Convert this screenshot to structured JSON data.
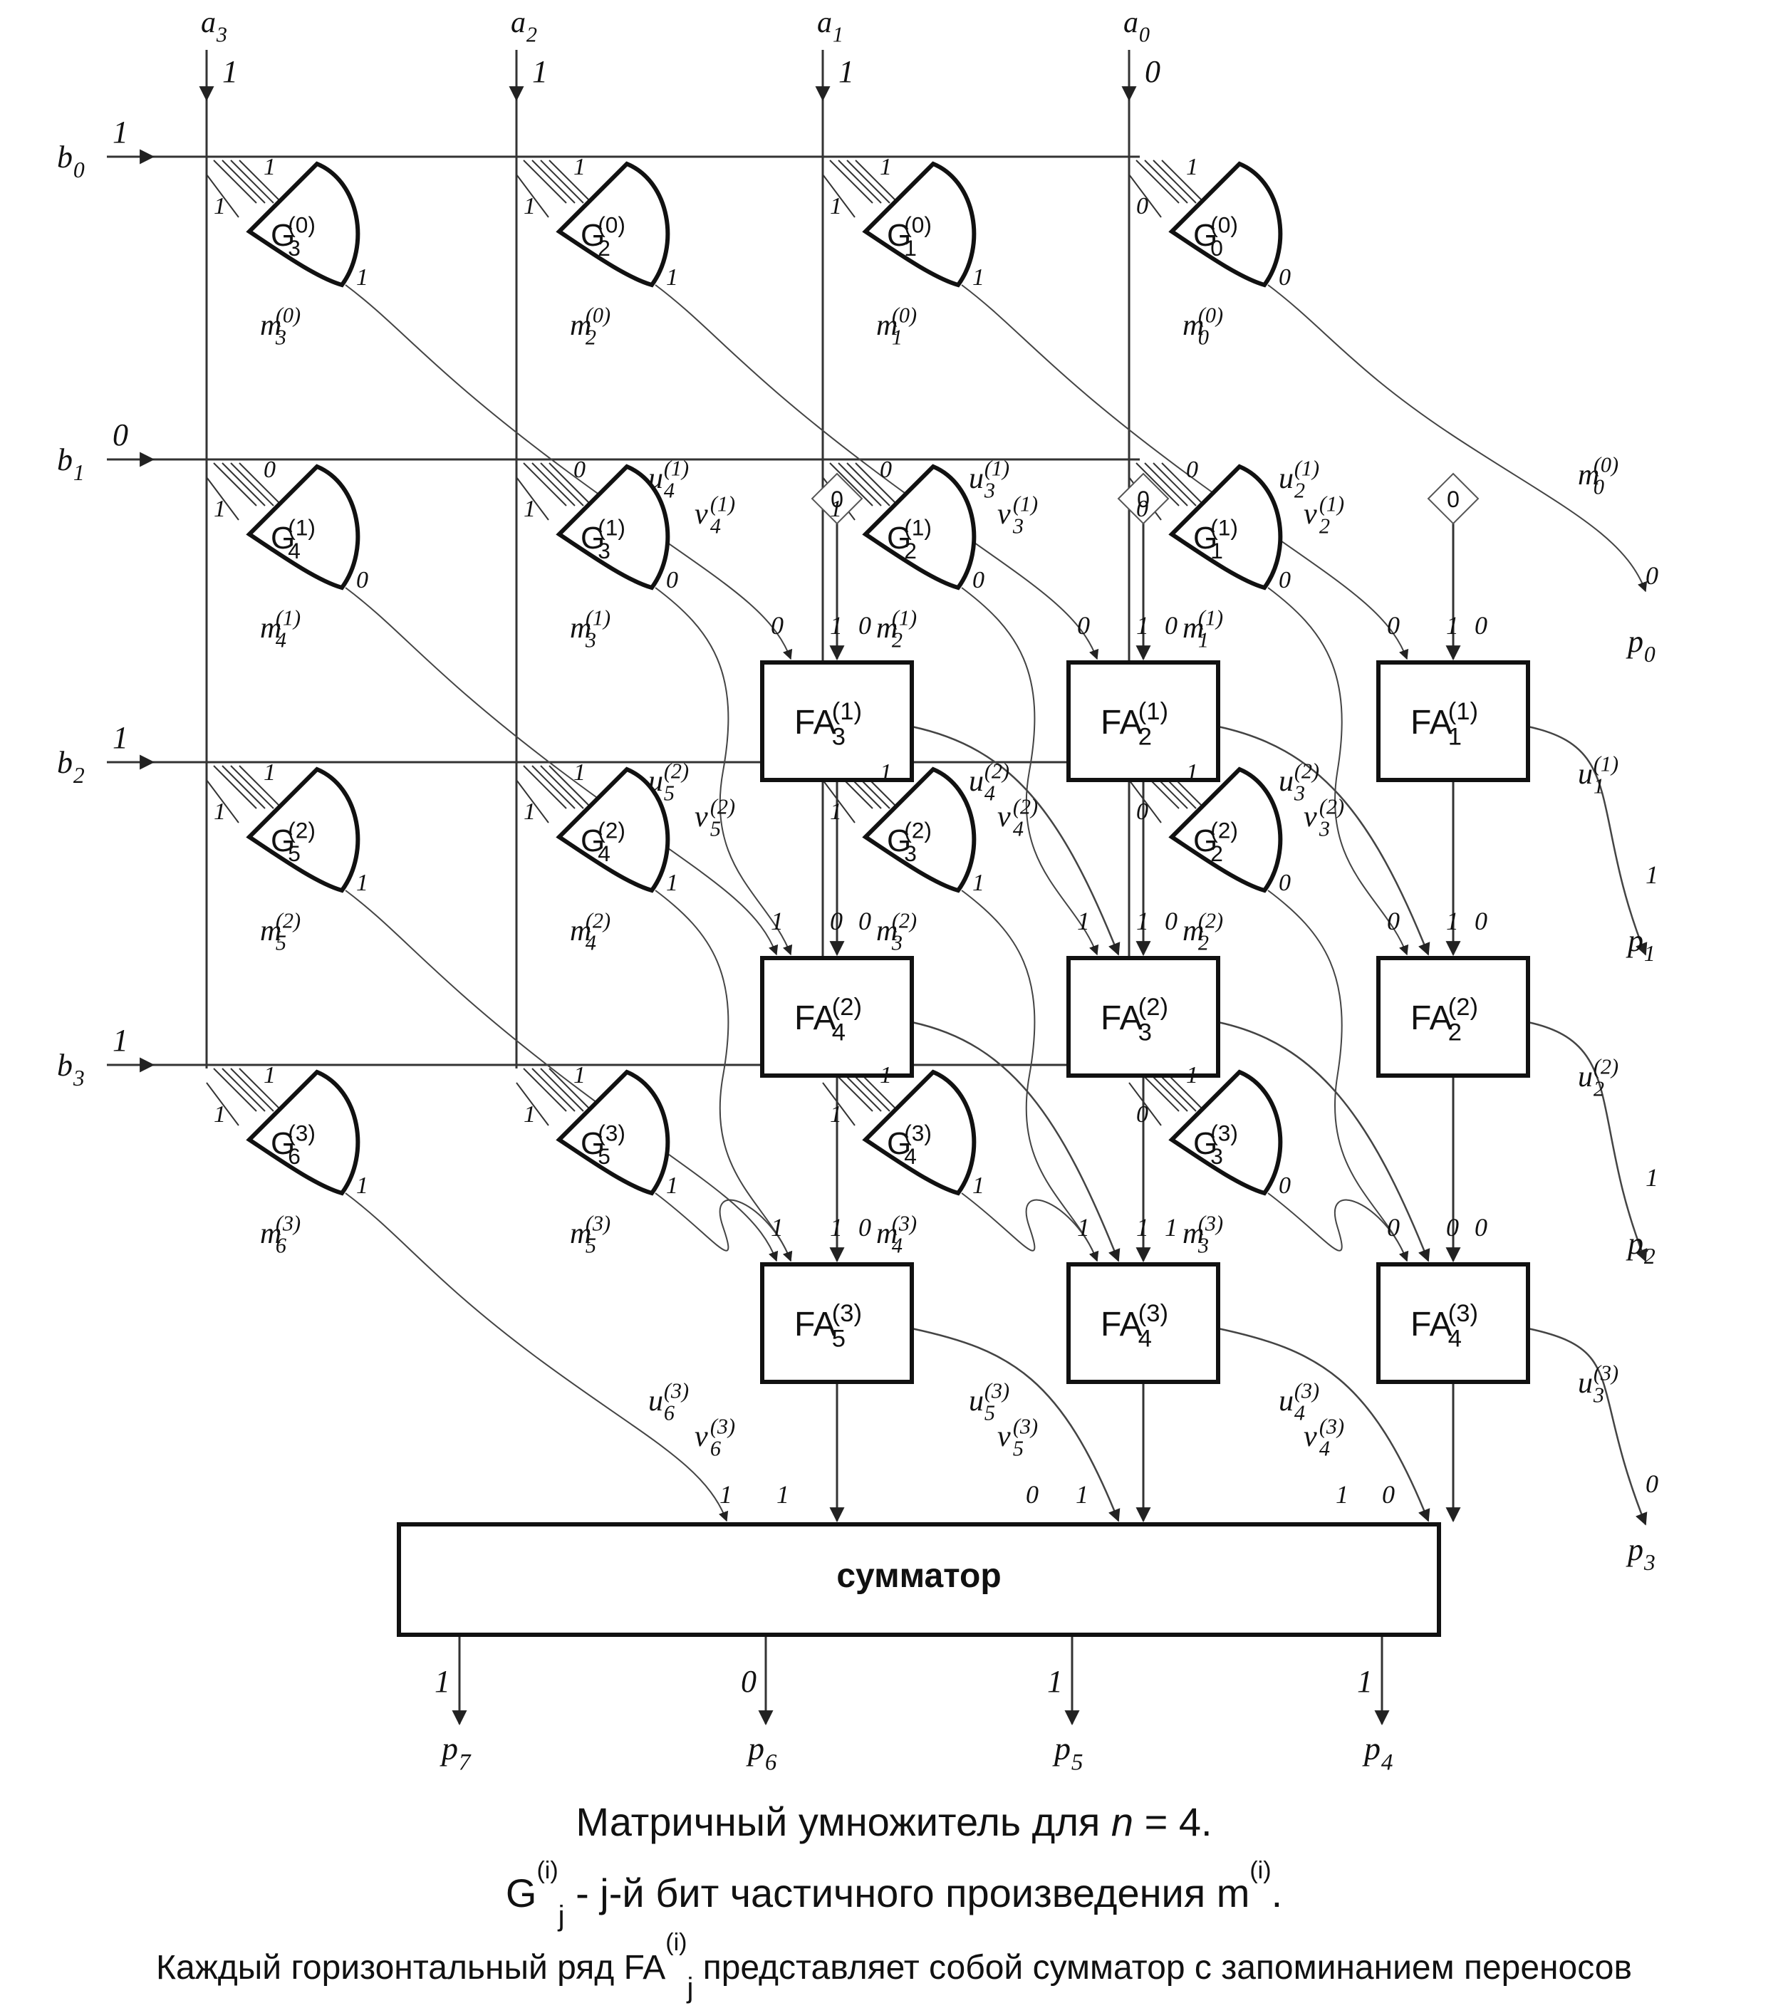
{
  "inputs": {
    "a": [
      {
        "name": "a",
        "sub": "3",
        "value": "1"
      },
      {
        "name": "a",
        "sub": "2",
        "value": "1"
      },
      {
        "name": "a",
        "sub": "1",
        "value": "1"
      },
      {
        "name": "a",
        "sub": "0",
        "value": "0"
      }
    ],
    "b": [
      {
        "name": "b",
        "sub": "0",
        "value": "1"
      },
      {
        "name": "b",
        "sub": "1",
        "value": "0"
      },
      {
        "name": "b",
        "sub": "2",
        "value": "1"
      },
      {
        "name": "b",
        "sub": "3",
        "value": "1"
      }
    ]
  },
  "gates": [
    [
      {
        "base": "G",
        "sub": "3",
        "sup": "(0)",
        "in1": "1",
        "in2": "1",
        "out": "1",
        "m": "m",
        "m_sub": "3",
        "m_sup": "(0)"
      },
      {
        "base": "G",
        "sub": "2",
        "sup": "(0)",
        "in1": "1",
        "in2": "1",
        "out": "1",
        "m": "m",
        "m_sub": "2",
        "m_sup": "(0)"
      },
      {
        "base": "G",
        "sub": "1",
        "sup": "(0)",
        "in1": "1",
        "in2": "1",
        "out": "1",
        "m": "m",
        "m_sub": "1",
        "m_sup": "(0)"
      },
      {
        "base": "G",
        "sub": "0",
        "sup": "(0)",
        "in1": "1",
        "in2": "0",
        "out": "0",
        "m": "m",
        "m_sub": "0",
        "m_sup": "(0)"
      }
    ],
    [
      {
        "base": "G",
        "sub": "4",
        "sup": "(1)",
        "in1": "0",
        "in2": "1",
        "out": "0",
        "m": "m",
        "m_sub": "4",
        "m_sup": "(1)"
      },
      {
        "base": "G",
        "sub": "3",
        "sup": "(1)",
        "in1": "0",
        "in2": "1",
        "out": "0",
        "m": "m",
        "m_sub": "3",
        "m_sup": "(1)"
      },
      {
        "base": "G",
        "sub": "2",
        "sup": "(1)",
        "in1": "0",
        "in2": "1",
        "out": "0",
        "m": "m",
        "m_sub": "2",
        "m_sup": "(1)"
      },
      {
        "base": "G",
        "sub": "1",
        "sup": "(1)",
        "in1": "0",
        "in2": "0",
        "out": "0",
        "m": "m",
        "m_sub": "1",
        "m_sup": "(1)"
      }
    ],
    [
      {
        "base": "G",
        "sub": "5",
        "sup": "(2)",
        "in1": "1",
        "in2": "1",
        "out": "1",
        "m": "m",
        "m_sub": "5",
        "m_sup": "(2)"
      },
      {
        "base": "G",
        "sub": "4",
        "sup": "(2)",
        "in1": "1",
        "in2": "1",
        "out": "1",
        "m": "m",
        "m_sub": "4",
        "m_sup": "(2)"
      },
      {
        "base": "G",
        "sub": "3",
        "sup": "(2)",
        "in1": "1",
        "in2": "1",
        "out": "1",
        "m": "m",
        "m_sub": "3",
        "m_sup": "(2)"
      },
      {
        "base": "G",
        "sub": "2",
        "sup": "(2)",
        "in1": "1",
        "in2": "0",
        "out": "0",
        "m": "m",
        "m_sub": "2",
        "m_sup": "(2)"
      }
    ],
    [
      {
        "base": "G",
        "sub": "6",
        "sup": "(3)",
        "in1": "1",
        "in2": "1",
        "out": "1",
        "m": "m",
        "m_sub": "6",
        "m_sup": "(3)"
      },
      {
        "base": "G",
        "sub": "5",
        "sup": "(3)",
        "in1": "1",
        "in2": "1",
        "out": "1",
        "m": "m",
        "m_sub": "5",
        "m_sup": "(3)"
      },
      {
        "base": "G",
        "sub": "4",
        "sup": "(3)",
        "in1": "1",
        "in2": "1",
        "out": "1",
        "m": "m",
        "m_sub": "4",
        "m_sup": "(3)"
      },
      {
        "base": "G",
        "sub": "3",
        "sup": "(3)",
        "in1": "1",
        "in2": "0",
        "out": "0",
        "m": "m",
        "m_sub": "3",
        "m_sup": "(3)"
      }
    ]
  ],
  "zero_sources": [
    "0",
    "0",
    "0"
  ],
  "adders": [
    [
      {
        "base": "FA",
        "sub": "3",
        "sup": "(1)",
        "in_left": "0",
        "in_mid": "1",
        "in_top": "0"
      },
      {
        "base": "FA",
        "sub": "2",
        "sup": "(1)",
        "in_left": "0",
        "in_mid": "1",
        "in_top": "0"
      },
      {
        "base": "FA",
        "sub": "1",
        "sup": "(1)",
        "in_left": "0",
        "in_mid": "1",
        "in_top": "0"
      }
    ],
    [
      {
        "base": "FA",
        "sub": "4",
        "sup": "(2)",
        "in_left": "1",
        "in_mid": "0",
        "in_top": "0"
      },
      {
        "base": "FA",
        "sub": "3",
        "sup": "(2)",
        "in_left": "1",
        "in_mid": "1",
        "in_top": "0"
      },
      {
        "base": "FA",
        "sub": "2",
        "sup": "(2)",
        "in_left": "0",
        "in_mid": "1",
        "in_top": "0"
      }
    ],
    [
      {
        "base": "FA",
        "sub": "5",
        "sup": "(3)",
        "in_left": "1",
        "in_mid": "1",
        "in_top": "0"
      },
      {
        "base": "FA",
        "sub": "4",
        "sup": "(3)",
        "in_left": "1",
        "in_mid": "1",
        "in_top": "1"
      },
      {
        "base": "FA",
        "sub": "4",
        "sup": "(3)",
        "in_left": "0",
        "in_mid": "0",
        "in_top": "0"
      }
    ]
  ],
  "uv_labels": [
    [
      {
        "u": "u",
        "u_sub": "4",
        "u_sup": "(1)",
        "v": "v",
        "v_sub": "4",
        "v_sup": "(1)"
      },
      {
        "u": "u",
        "u_sub": "3",
        "u_sup": "(1)",
        "v": "v",
        "v_sub": "3",
        "v_sup": "(1)"
      },
      {
        "u": "u",
        "u_sub": "2",
        "u_sup": "(1)",
        "v": "v",
        "v_sub": "2",
        "v_sup": "(1)"
      }
    ],
    [
      {
        "u": "u",
        "u_sub": "5",
        "u_sup": "(2)",
        "v": "v",
        "v_sub": "5",
        "v_sup": "(2)"
      },
      {
        "u": "u",
        "u_sub": "4",
        "u_sup": "(2)",
        "v": "v",
        "v_sub": "4",
        "v_sup": "(2)"
      },
      {
        "u": "u",
        "u_sub": "3",
        "u_sup": "(2)",
        "v": "v",
        "v_sub": "3",
        "v_sup": "(2)"
      }
    ],
    [
      {
        "u": "u",
        "u_sub": "6",
        "u_sup": "(3)",
        "v": "v",
        "v_sub": "6",
        "v_sup": "(3)"
      },
      {
        "u": "u",
        "u_sub": "5",
        "u_sup": "(3)",
        "v": "v",
        "v_sub": "5",
        "v_sup": "(3)"
      },
      {
        "u": "u",
        "u_sub": "4",
        "u_sup": "(3)",
        "v": "v",
        "v_sub": "4",
        "v_sup": "(3)"
      }
    ]
  ],
  "right_outputs": [
    {
      "label": "m",
      "sub": "0",
      "sup": "(0)",
      "bit": "0",
      "p": "p",
      "p_sub": "0"
    },
    {
      "label": "u",
      "sub": "1",
      "sup": "(1)",
      "bit": "1",
      "p": "p",
      "p_sub": "1"
    },
    {
      "label": "u",
      "sub": "2",
      "sup": "(2)",
      "bit": "1",
      "p": "p",
      "p_sub": "2"
    },
    {
      "label": "u",
      "sub": "3",
      "sup": "(3)",
      "bit": "0",
      "p": "p",
      "p_sub": "3"
    }
  ],
  "adder_inputs": [
    "1",
    "1",
    "0",
    "1",
    "1",
    "0"
  ],
  "final_adder": {
    "label": "сумматор"
  },
  "bottom_outputs": [
    {
      "bit": "1",
      "p": "p",
      "p_sub": "7"
    },
    {
      "bit": "0",
      "p": "p",
      "p_sub": "6"
    },
    {
      "bit": "1",
      "p": "p",
      "p_sub": "5"
    },
    {
      "bit": "1",
      "p": "p",
      "p_sub": "4"
    }
  ],
  "caption": {
    "line1_before": "Матричный умножитель для ",
    "line1_var": "n",
    "line1_after": " = 4.",
    "line2_g": "G",
    "line2_sup": "(i)",
    "line2_sub": "j",
    "line2_text": "  -  j-й бит частичного произведения m",
    "line2_sup2": "(i)",
    "line2_end": ".",
    "line3_before": "Каждый горизонтальный ряд FA",
    "line3_sup": "(i)",
    "line3_sub": "j",
    "line3_after": "  представляет собой сумматор с запоминанием переносов"
  }
}
